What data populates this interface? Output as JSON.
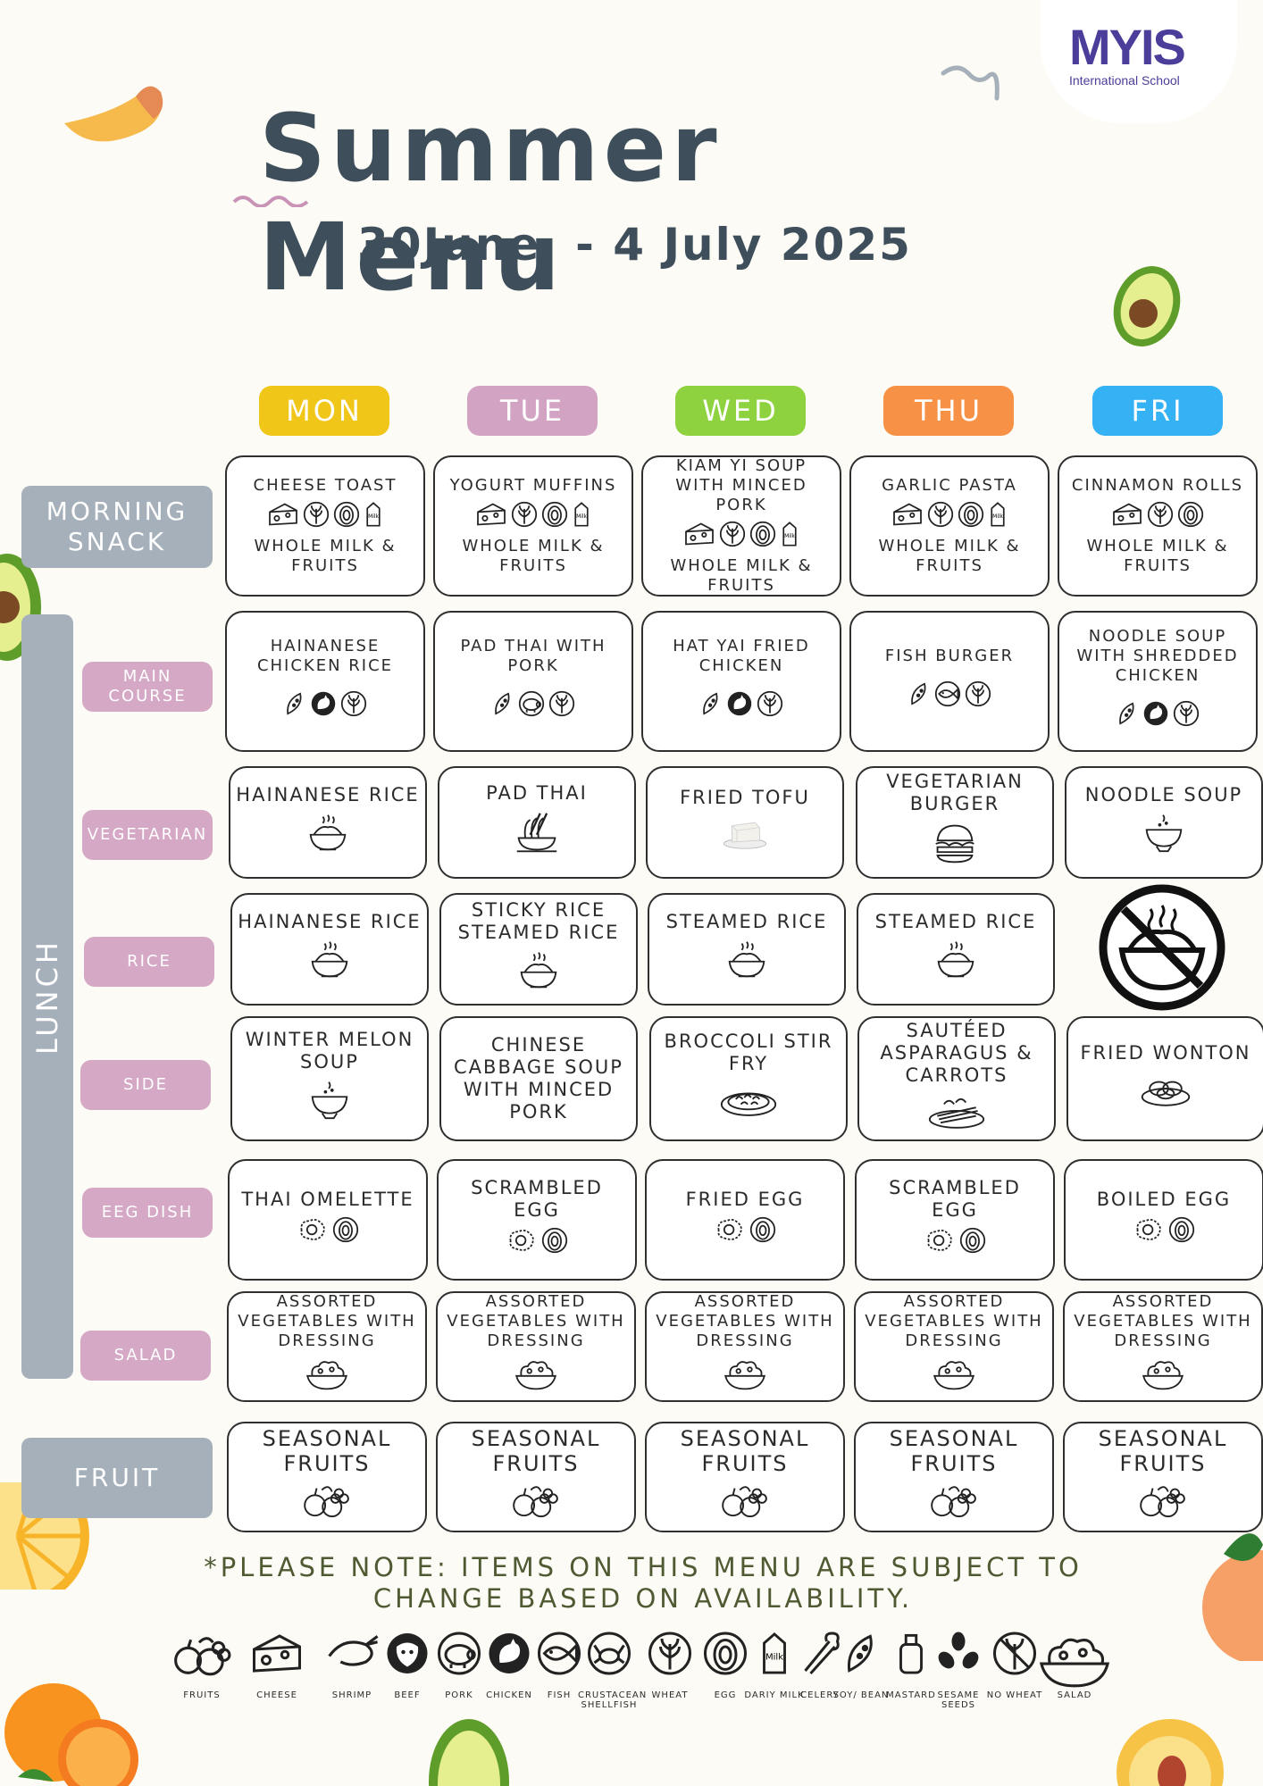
{
  "logo": {
    "brand": "MYIS",
    "subtitle": "International School"
  },
  "header": {
    "title": "Summer Menu",
    "dates": "30June  - 4 July 2025"
  },
  "days": [
    {
      "label": "MON",
      "color": "#f0c619"
    },
    {
      "label": "TUE",
      "color": "#d3a3c4"
    },
    {
      "label": "WED",
      "color": "#8ed23f"
    },
    {
      "label": "THU",
      "color": "#f79145"
    },
    {
      "label": "FRI",
      "color": "#35b2f4"
    }
  ],
  "sections": {
    "morning_snack": "MORNING SNACK",
    "lunch": "LUNCH",
    "main_course": "MAIN COURSE",
    "vegetarian": "VEGETARIAN",
    "rice": "RICE",
    "side": "SIDE",
    "egg_dish": "EEG DISH",
    "salad": "SALAD",
    "fruit": "FRUIT"
  },
  "menu": {
    "morning_snack": [
      {
        "dish": "CHEESE TOAST",
        "drink": "WHOLE MILK & FRUITS"
      },
      {
        "dish": "YOGURT MUFFINS",
        "drink": "WHOLE MILK & FRUITS"
      },
      {
        "dish": "KIAM YI SOUP WITH MINCED PORK",
        "drink": "WHOLE MILK & FRUITS"
      },
      {
        "dish": "GARLIC PASTA",
        "drink": "WHOLE MILK & FRUITS"
      },
      {
        "dish": "CINNAMON ROLLS",
        "drink": "WHOLE MILK & FRUITS"
      }
    ],
    "main_course": [
      "HAINANESE CHICKEN RICE",
      "PAD THAI WITH PORK",
      "HAT YAI FRIED CHICKEN",
      "FISH BURGER",
      "NOODLE SOUP WITH SHREDDED CHICKEN"
    ],
    "vegetarian": [
      "HAINANESE RICE",
      "PAD THAI",
      "FRIED TOFU",
      "VEGETARIAN BURGER",
      "NOODLE SOUP"
    ],
    "rice": [
      "HAINANESE RICE",
      "STICKY RICE STEAMED RICE",
      "STEAMED RICE",
      "STEAMED RICE"
    ],
    "side": [
      "WINTER MELON SOUP",
      "CHINESE CABBAGE SOUP WITH MINCED PORK",
      "BROCCOLI STIR FRY",
      "SAUTÉED ASPARAGUS & CARROTS",
      "FRIED WONTON"
    ],
    "egg_dish": [
      "THAI OMELETTE",
      "SCRAMBLED EGG",
      "FRIED EGG",
      "SCRAMBLED EGG",
      "BOILED EGG"
    ],
    "salad": [
      "ASSORTED VEGETABLES WITH DRESSING",
      "ASSORTED VEGETABLES WITH DRESSING",
      "ASSORTED VEGETABLES WITH DRESSING",
      "ASSORTED VEGETABLES WITH DRESSING",
      "ASSORTED VEGETABLES WITH DRESSING"
    ],
    "fruit": [
      "SEASONAL FRUITS",
      "SEASONAL FRUITS",
      "SEASONAL FRUITS",
      "SEASONAL FRUITS",
      "SEASONAL FRUITS"
    ]
  },
  "note": "*PLEASE NOTE: ITEMS ON THIS MENU ARE SUBJECT TO CHANGE BASED ON AVAILABILITY.",
  "legend": [
    {
      "label": "FRUITS",
      "icon": "fruits-icon"
    },
    {
      "label": "CHEESE",
      "icon": "cheese-icon"
    },
    {
      "label": "SHRIMP",
      "icon": "shrimp-icon"
    },
    {
      "label": "BEEF",
      "icon": "beef-icon"
    },
    {
      "label": "PORK",
      "icon": "pork-icon"
    },
    {
      "label": "CHICKEN",
      "icon": "chicken-icon"
    },
    {
      "label": "FISH",
      "icon": "fish-icon"
    },
    {
      "label": "CRUSTACEAN SHELLFISH",
      "icon": "crab-icon"
    },
    {
      "label": "WHEAT",
      "icon": "wheat-icon"
    },
    {
      "label": "EGG",
      "icon": "egg-icon"
    },
    {
      "label": "DARIY MILK",
      "icon": "milk-icon"
    },
    {
      "label": "CELERY",
      "icon": "celery-icon"
    },
    {
      "label": "SOY/ BEAN",
      "icon": "soybean-icon"
    },
    {
      "label": "MASTARD",
      "icon": "mustard-icon"
    },
    {
      "label": "SESAME SEEDS",
      "icon": "sesame-icon"
    },
    {
      "label": "NO WHEAT",
      "icon": "no-wheat-icon"
    },
    {
      "label": "SALAD",
      "icon": "salad-icon"
    }
  ],
  "colors": {
    "title": "#3e4e5b",
    "label_gray": "#a6b0bb",
    "label_pink": "#d5a8c5",
    "note": "#4f5a33",
    "logo": "#4b3e9a"
  }
}
